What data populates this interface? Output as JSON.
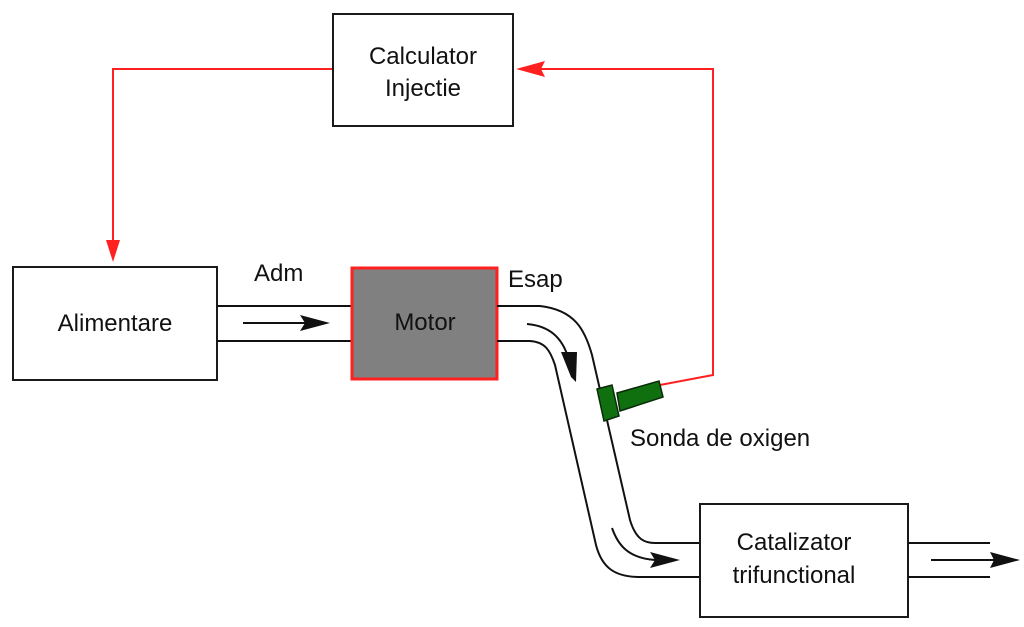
{
  "diagram": {
    "blocks": {
      "calculator": {
        "line1": "Calculator",
        "line2": "Injectie"
      },
      "alimentare": {
        "label": "Alimentare"
      },
      "motor": {
        "label": "Motor"
      },
      "catalizator": {
        "line1": "Catalizator",
        "line2": "trifunctional"
      }
    },
    "labels": {
      "intake": "Adm",
      "exhaust": "Esap",
      "sensor": "Sonda de oxigen"
    },
    "colors": {
      "signal_line": "#ff2020",
      "motor_fill": "#808080",
      "motor_border": "#ff2020",
      "sensor": "#107010"
    },
    "connections": [
      {
        "from": "calculator",
        "to": "alimentare",
        "type": "signal"
      },
      {
        "from": "alimentare",
        "to": "motor",
        "type": "flow",
        "label": "Adm"
      },
      {
        "from": "motor",
        "to": "catalizator",
        "type": "flow",
        "label": "Esap"
      },
      {
        "from": "sonda-de-oxigen",
        "to": "calculator",
        "type": "signal"
      },
      {
        "from": "catalizator",
        "to": "outlet",
        "type": "flow"
      }
    ]
  }
}
